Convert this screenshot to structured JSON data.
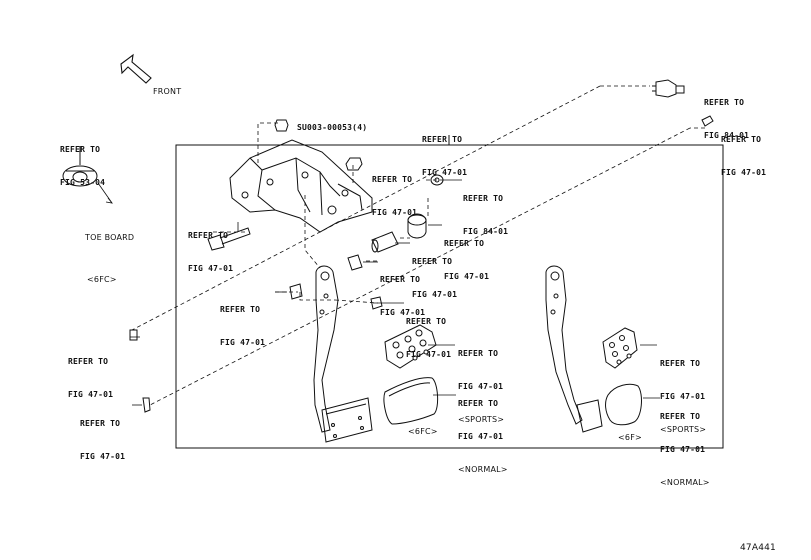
{
  "front_label": "FRONT",
  "diagram_code": "47A441",
  "part_number": "SU003-00053(4)",
  "toe_board": {
    "line1": "TOE BOARD",
    "line2": "<6FC>"
  },
  "variant_6fc": "<6FC>",
  "variant_6f": "<6F>",
  "refs": {
    "fig_84_top": {
      "line1": "REFER TO",
      "line2": "FIG 84-01"
    },
    "fig_47_topr": {
      "line1": "REFER TO",
      "line2": "FIG 47-01"
    },
    "fig_53": {
      "line1": "REFER TO",
      "line2": "FIG 53-04"
    },
    "fig_47_box": {
      "line1": "REFER TO",
      "line2": "FIG 47-01"
    },
    "fig_47_nut": {
      "line1": "REFER TO",
      "line2": "FIG 47-01"
    },
    "fig_84_mid": {
      "line1": "REFER TO",
      "line2": "FIG 84-01"
    },
    "fig_47_bolt": {
      "line1": "REFER TO",
      "line2": "FIG 47-01"
    },
    "fig_47_bush1": {
      "line1": "REFER TO",
      "line2": "FIG 47-01"
    },
    "fig_47_pin": {
      "line1": "REFER TO",
      "line2": "FIG 47-01"
    },
    "fig_47_bush2": {
      "line1": "REFER TO",
      "line2": "FIG 47-01"
    },
    "fig_47_clip": {
      "line1": "REFER TO",
      "line2": "FIG 47-01"
    },
    "fig_47_stop": {
      "line1": "REFER TO",
      "line2": "FIG 47-01"
    },
    "fig_47_left1": {
      "line1": "REFER TO",
      "line2": "FIG 47-01"
    },
    "fig_47_left2": {
      "line1": "REFER TO",
      "line2": "FIG 47-01"
    },
    "pad_sports_6fc": {
      "line1": "REFER TO",
      "line2": "FIG 47-01",
      "line3": "<SPORTS>"
    },
    "pad_normal_6fc": {
      "line1": "REFER TO",
      "line2": "FIG 47-01",
      "line3": "<NORMAL>"
    },
    "pad_sports_6f": {
      "line1": "REFER TO",
      "line2": "FIG 47-01",
      "line3": "<SPORTS>"
    },
    "pad_normal_6f": {
      "line1": "REFER TO",
      "line2": "FIG 47-01",
      "line3": "<NORMAL>"
    }
  }
}
